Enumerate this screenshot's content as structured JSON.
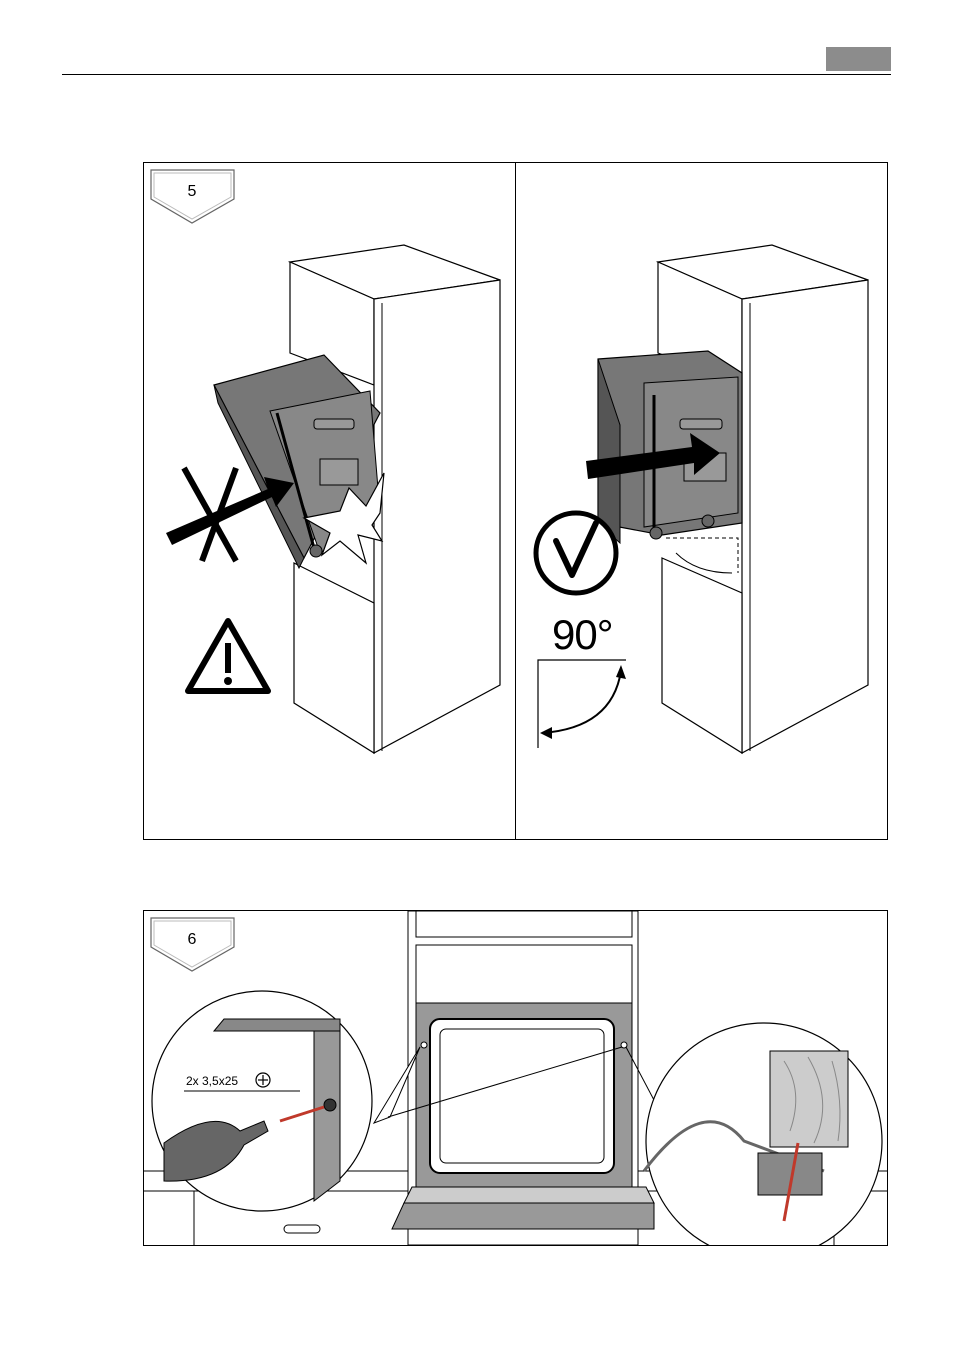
{
  "step5": {
    "badge": "5",
    "angle_label": "90°"
  },
  "step6": {
    "badge": "6",
    "screw_spec": "2x 3,5x25"
  }
}
